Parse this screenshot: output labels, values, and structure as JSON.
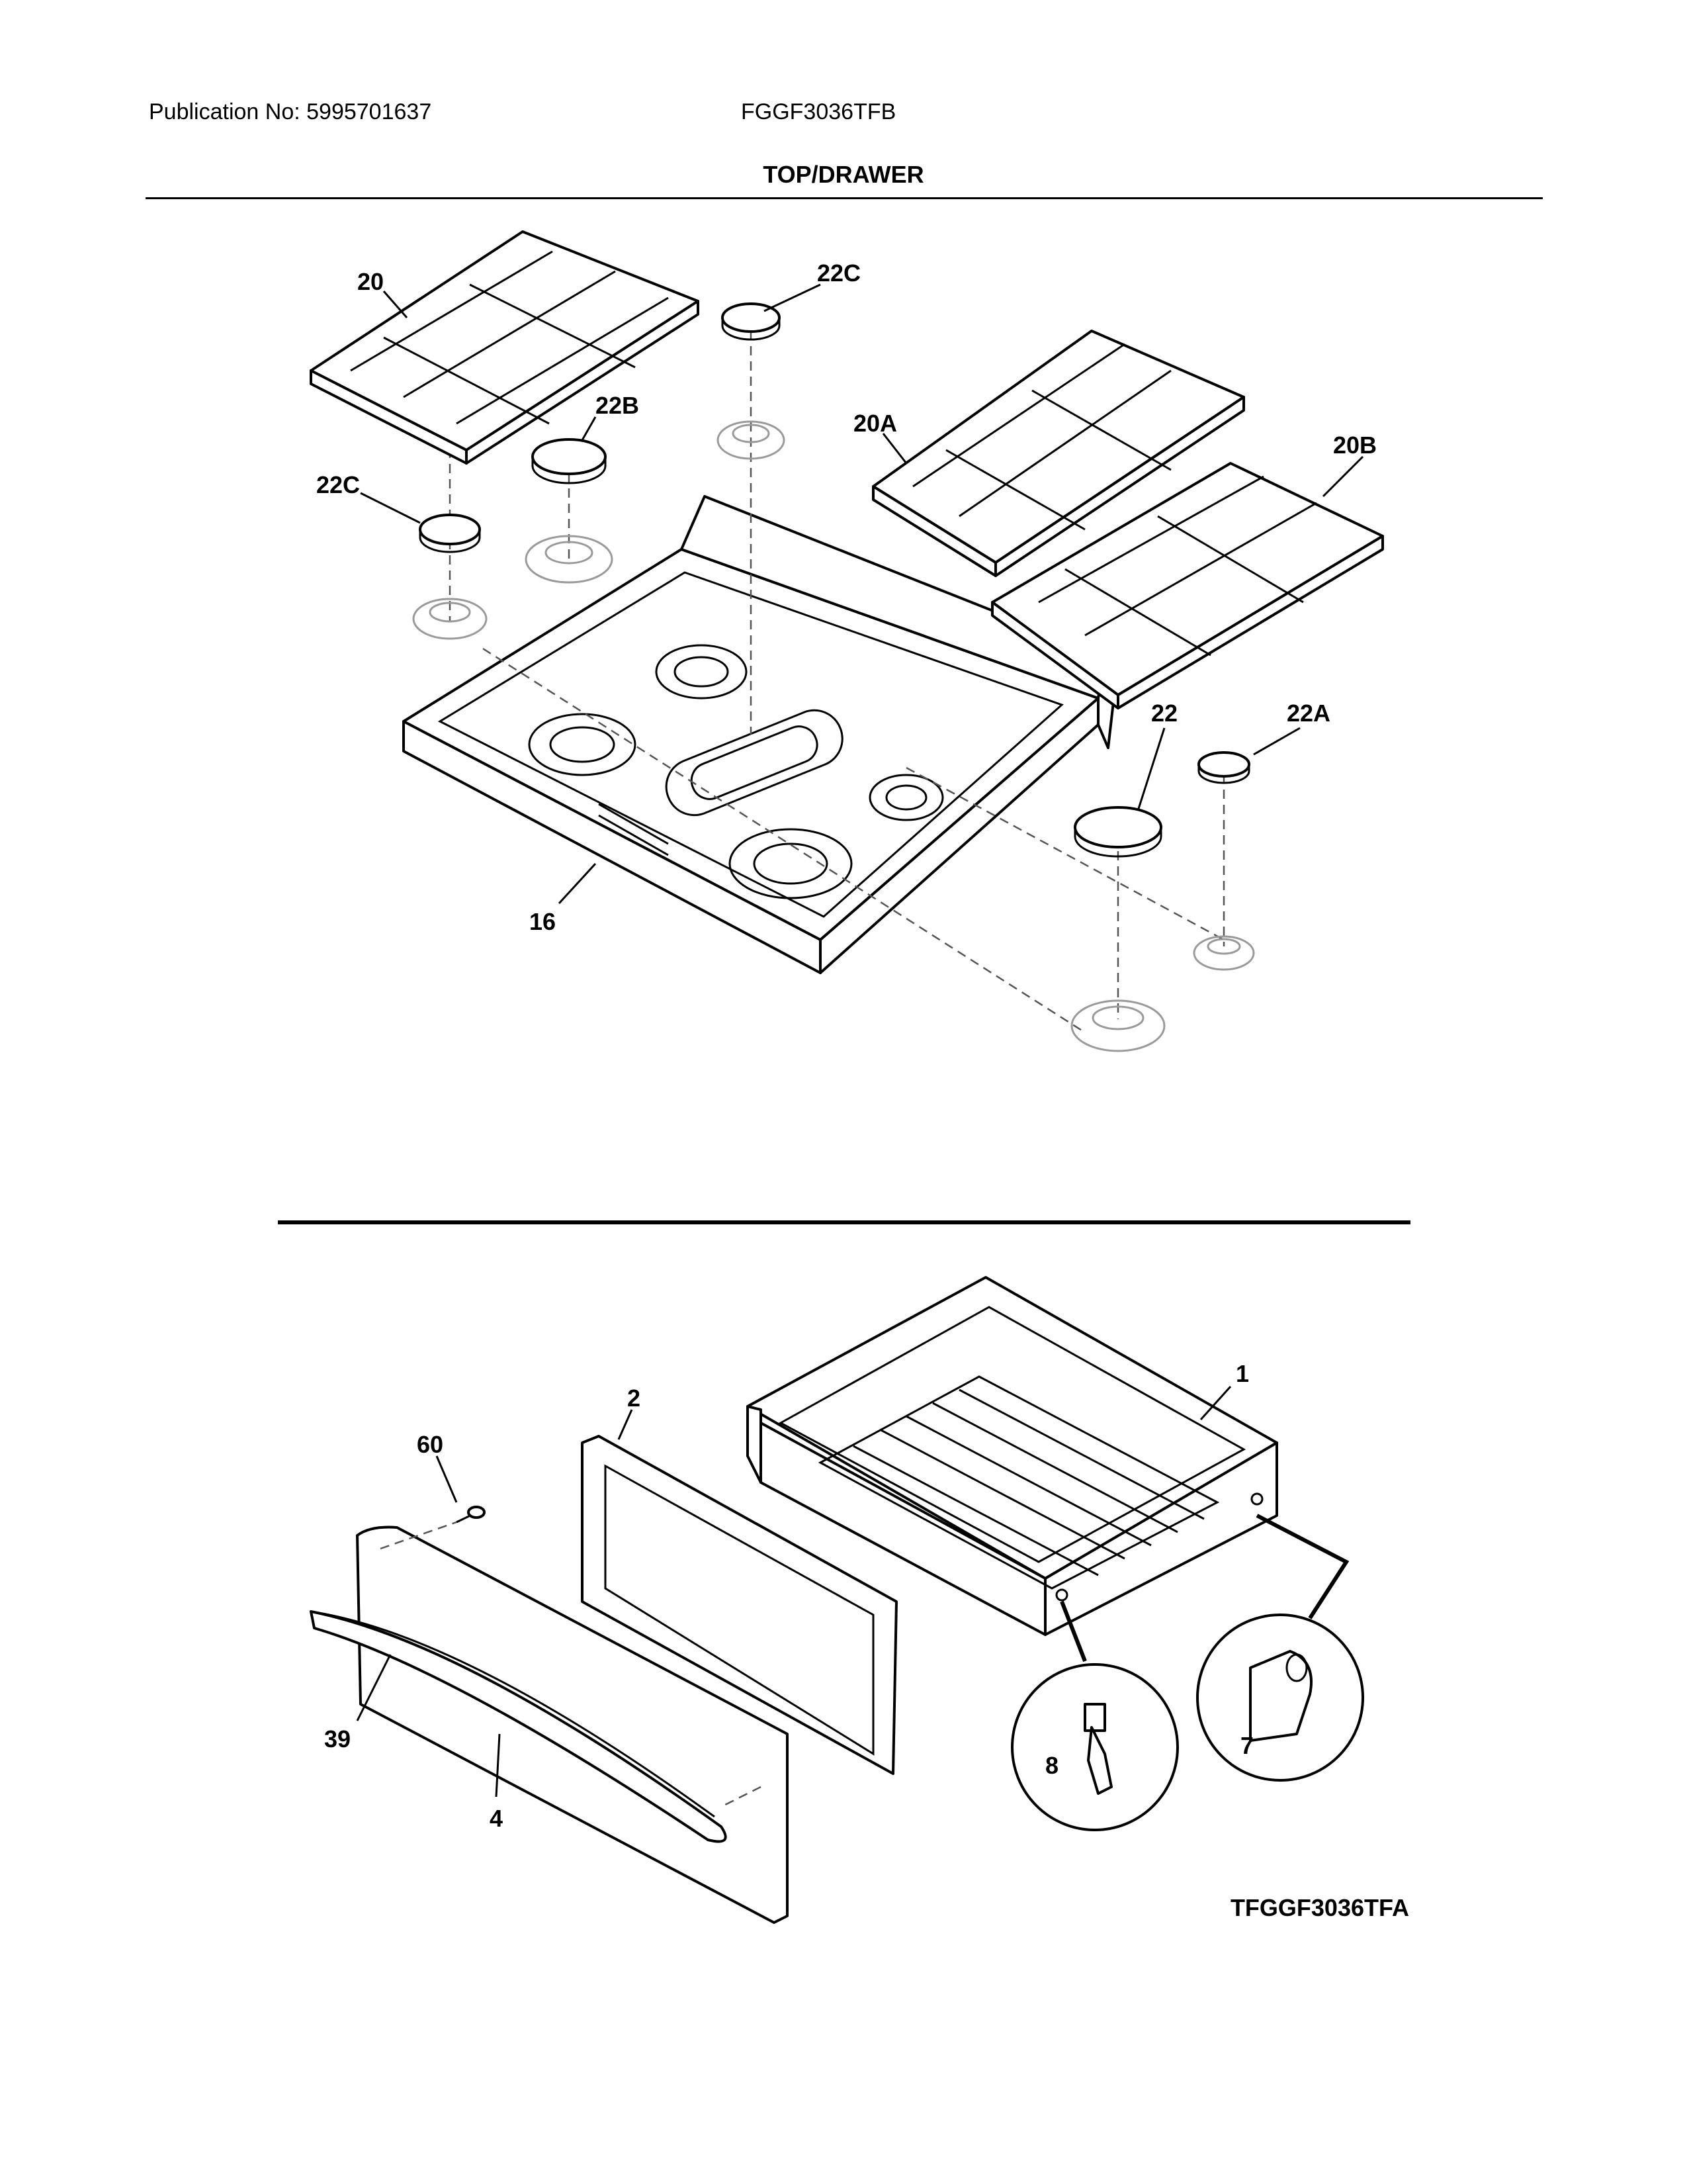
{
  "header": {
    "publication": "Publication No: 5995701637",
    "model": "FGGF3036TFB",
    "section_title": "TOP/DRAWER"
  },
  "callouts": {
    "grate_left": "20",
    "grate_right_rear": "20A",
    "grate_right_front": "20B",
    "cap_22c_top": "22C",
    "cap_22c_left": "22C",
    "cap_22b": "22B",
    "cap_22": "22",
    "cap_22a": "22A",
    "cooktop": "16",
    "drawer_box": "1",
    "drawer_liner": "2",
    "screw": "60",
    "drawer_front": "4",
    "handle": "39",
    "roller_clip": "8",
    "glide": "7"
  },
  "caption": "TFGGF3036TFA"
}
